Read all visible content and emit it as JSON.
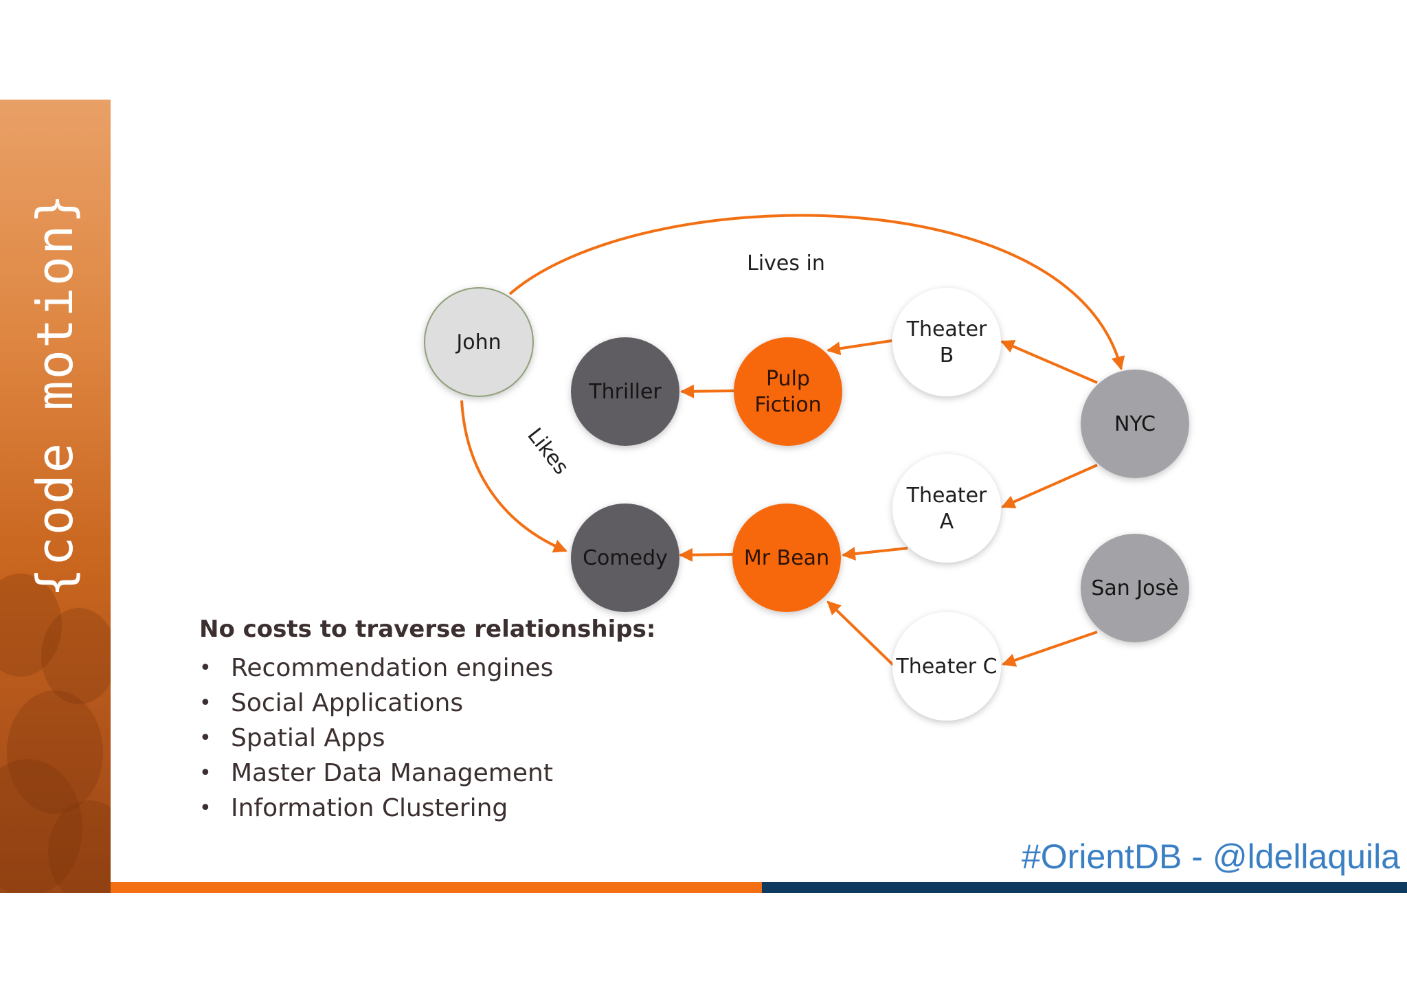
{
  "diagram": {
    "nodes": [
      {
        "id": "john",
        "label_lines": [
          "John"
        ],
        "kind": "person",
        "fill": "#dedede",
        "stroke": "#8fa07a",
        "text_color": "#1e1e1e"
      },
      {
        "id": "thriller",
        "label_lines": [
          "Thriller"
        ],
        "kind": "genre",
        "fill": "#5e5d62",
        "stroke": "none",
        "text_color": "#151515"
      },
      {
        "id": "pulp_fiction",
        "label_lines": [
          "Pulp",
          "Fiction"
        ],
        "kind": "movie",
        "fill": "#f7680c",
        "stroke": "none",
        "text_color": "#2a1205"
      },
      {
        "id": "theater_b",
        "label_lines": [
          "Theater",
          "B"
        ],
        "kind": "theater",
        "fill": "#ffffff",
        "stroke": "none",
        "text_color": "#1e1e1e"
      },
      {
        "id": "nyc",
        "label_lines": [
          "NYC"
        ],
        "kind": "city",
        "fill": "#a3a3a7",
        "stroke": "none",
        "text_color": "#151515"
      },
      {
        "id": "theater_a",
        "label_lines": [
          "Theater",
          "A"
        ],
        "kind": "theater",
        "fill": "#ffffff",
        "stroke": "none",
        "text_color": "#1e1e1e"
      },
      {
        "id": "comedy",
        "label_lines": [
          "Comedy"
        ],
        "kind": "genre",
        "fill": "#5e5d62",
        "stroke": "none",
        "text_color": "#151515"
      },
      {
        "id": "mr_bean",
        "label_lines": [
          "Mr Bean"
        ],
        "kind": "movie",
        "fill": "#f7680c",
        "stroke": "none",
        "text_color": "#2a1205"
      },
      {
        "id": "san_jose",
        "label_lines": [
          "San Josè"
        ],
        "kind": "city",
        "fill": "#a3a3a7",
        "stroke": "none",
        "text_color": "#151515"
      },
      {
        "id": "theater_c",
        "label_lines": [
          "Theater C"
        ],
        "kind": "theater",
        "fill": "#ffffff",
        "stroke": "none",
        "text_color": "#1e1e1e"
      }
    ],
    "edges": [
      {
        "from": "john",
        "to": "nyc",
        "label": "Lives in"
      },
      {
        "from": "john",
        "to": "comedy",
        "label": "Likes"
      },
      {
        "from": "pulp_fiction",
        "to": "thriller",
        "label": ""
      },
      {
        "from": "theater_b",
        "to": "pulp_fiction",
        "label": ""
      },
      {
        "from": "nyc",
        "to": "theater_b",
        "label": ""
      },
      {
        "from": "nyc",
        "to": "theater_a",
        "label": ""
      },
      {
        "from": "theater_a",
        "to": "mr_bean",
        "label": ""
      },
      {
        "from": "mr_bean",
        "to": "comedy",
        "label": ""
      },
      {
        "from": "theater_c",
        "to": "mr_bean",
        "label": ""
      },
      {
        "from": "san_jose",
        "to": "theater_c",
        "label": ""
      }
    ],
    "edge_color": "#f27013"
  },
  "notes": {
    "heading": "No costs to traverse relationships:",
    "bullet_glyph": "•",
    "items": [
      "Recommendation engines",
      "Social Applications",
      "Spatial Apps",
      "Master Data Management",
      "Information Clustering"
    ]
  },
  "side_banner": {
    "logo_text": "{code motion}",
    "color": "#d9782f"
  },
  "footer": {
    "hashtag": "#OrientDB - @ldellaquila",
    "hashtag_color": "#3a7fc4",
    "bar_colors": [
      "#f27013",
      "#0f3a60"
    ]
  }
}
